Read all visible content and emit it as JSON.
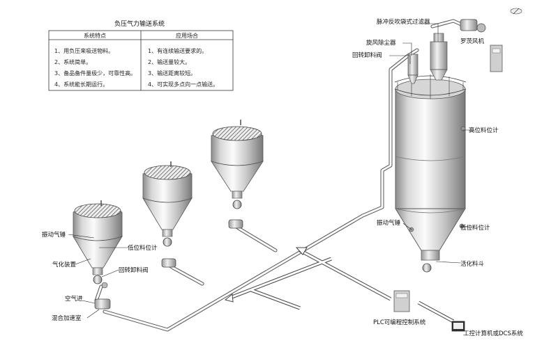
{
  "table": {
    "title": "负压气力输送系统",
    "header_left": "系统特点",
    "header_right": "应用场合",
    "left_items": [
      "1、用负压来吸送物料。",
      "2、系统简单。",
      "3、备品备件量极少，可靠性高。",
      "4、系统能长期运行。"
    ],
    "right_items": [
      "1、有连续输送要求的。",
      "2、输送量较大。",
      "3、输送距离较短。",
      "4、可实现多点向一点输送。"
    ]
  },
  "labels": {
    "pulse_filter": "脉冲反吹袋式过滤器",
    "cyclone": "旋风除尘器",
    "rotary_valve_top": "回转卸料阀",
    "roots_blower": "罗茨风机",
    "high_level_meter": "高位料位计",
    "vibrator_right": "振动气锤",
    "low_level_meter_right": "低位料位计",
    "fluidizing_bucket": "活化料斗",
    "vibrator_left": "振动气锤",
    "low_level_meter_left": "低位料位计",
    "aeration_device": "气化装置",
    "rotary_valve_left": "回转卸料阀",
    "air_inlet": "空气进",
    "mixing_chamber": "混合加速室",
    "plc": "PLC可编程控制系统",
    "computer": "工控计算机或DCS系统"
  }
}
